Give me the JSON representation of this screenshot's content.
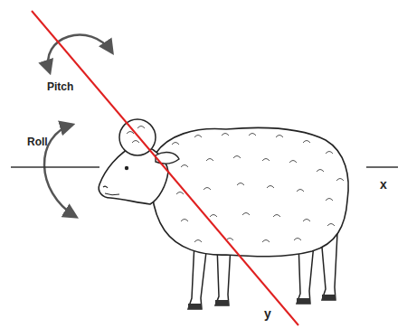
{
  "diagram": {
    "labels": [
      "Pitch",
      "Roll",
      "x",
      "y"
    ]
  }
}
